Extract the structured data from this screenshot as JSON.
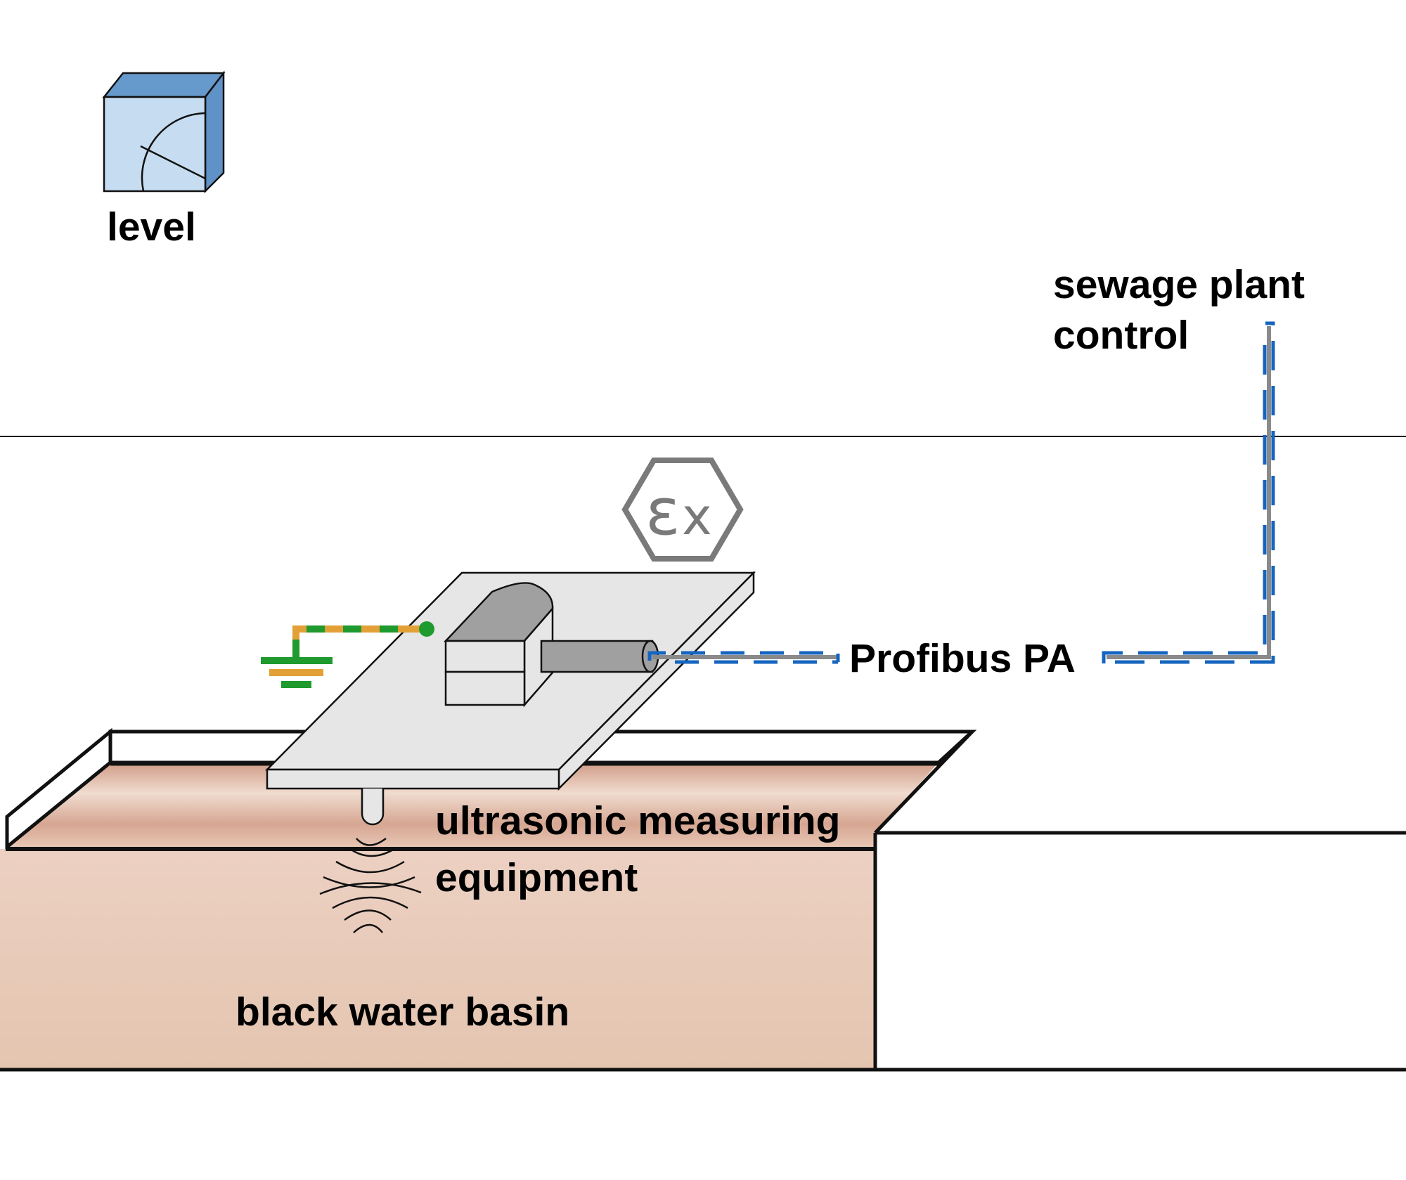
{
  "labels": {
    "level": "level",
    "sewage_plant_control_line1": "sewage plant",
    "sewage_plant_control_line2": "control",
    "profibus": "Profibus PA",
    "ultrasonic_line1": "ultrasonic measuring",
    "ultrasonic_line2": "equipment",
    "basin": "black water basin"
  },
  "icons": {
    "level_gauge": "level-gauge-icon",
    "explosion_protection": "ex-hexagon-icon",
    "ground": "ground-symbol-icon"
  },
  "ex_symbol": {
    "epsilon": "ε",
    "x": "x"
  },
  "colors": {
    "bus_blue": "#1565c0",
    "bus_gray": "#8a8a8a",
    "ground_green": "#1e9a2e",
    "ground_orange": "#e2a036",
    "gauge_front": "#c6dcf0",
    "gauge_side": "#6699cc",
    "water_light": "#e6c8b4",
    "water_dark": "#d3a390",
    "platform": "#e6e6e6",
    "sensor_gray": "#a0a0a0",
    "ex_gray": "#7a7a7a"
  }
}
